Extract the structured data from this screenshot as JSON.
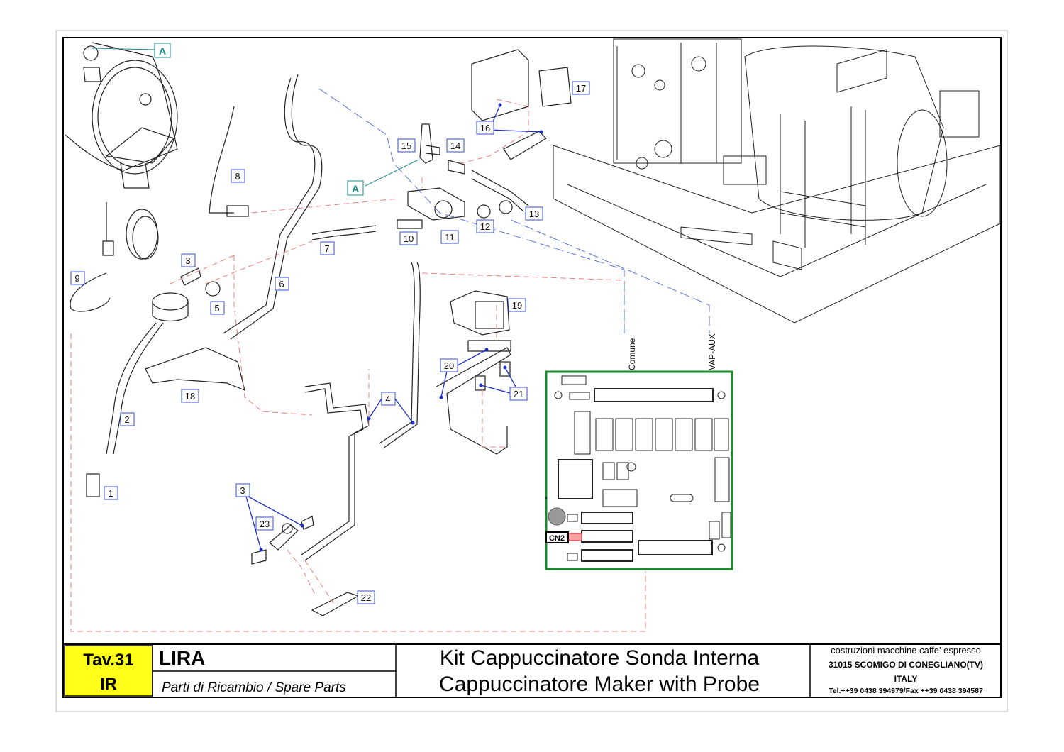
{
  "callouts": [
    "1",
    "2",
    "3",
    "3",
    "4",
    "5",
    "6",
    "7",
    "8",
    "9",
    "10",
    "11",
    "12",
    "13",
    "14",
    "15",
    "16",
    "17",
    "18",
    "19",
    "20",
    "21",
    "22",
    "23"
  ],
  "refs": {
    "a1": "A",
    "a2": "A"
  },
  "pcb": {
    "comune": "Comune",
    "vapaux": "VAP-AUX",
    "cn2": "CN2"
  },
  "title_block": {
    "tav": "Tav.31",
    "ir": "IR",
    "model": "LIRA",
    "subtitle": "Parti di Ricambio / Spare Parts",
    "title_it": "Kit Cappuccinatore Sonda Interna",
    "title_en": "Cappuccinatore Maker with Probe",
    "company_line": "costruzioni macchine caffe' espresso",
    "address": "31015 SCOMIGO DI CONEGLIANO(TV)",
    "country": "ITALY",
    "phone": "Tel.++39 0438 394979/Fax ++39 0438 394587"
  },
  "colors": {
    "frame": "#000000",
    "accent_teal": "#1a8c8c",
    "pcb_green": "#1a8a2a",
    "tav_yellow": "#ffff1a",
    "callout_border": "#3a4fd0",
    "dash_red": "#e88080",
    "dash_blue": "#5a6fd8"
  }
}
